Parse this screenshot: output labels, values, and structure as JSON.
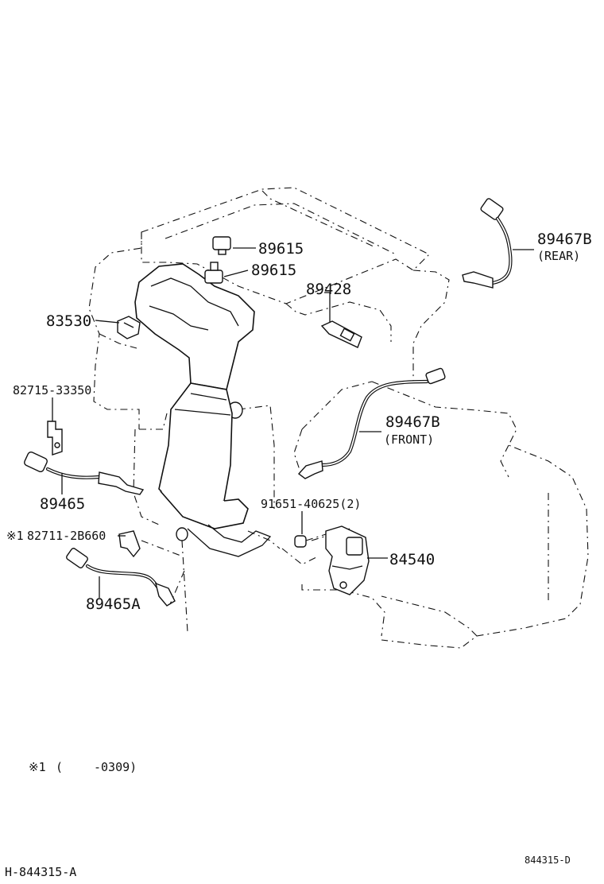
{
  "parts": {
    "p89615_a": "89615",
    "p89615_b": "89615",
    "p89428": "89428",
    "p83530": "83530",
    "p82715": "82715-33350",
    "p89465": "89465",
    "p89465a": "89465A",
    "p82711": "82711-2B660",
    "p82711_mark": "※1",
    "p91651": "91651-40625(2)",
    "p84540": "84540",
    "p89467b_rear": "89467B",
    "rear_note": "(REAR)",
    "p89467b_front": "89467B",
    "front_note": "(FRONT)"
  },
  "footnote": {
    "mark": "※1",
    "open": "(",
    "range": "-0309)"
  },
  "codes": {
    "left": "H-844315-A",
    "right": "844315-D"
  }
}
